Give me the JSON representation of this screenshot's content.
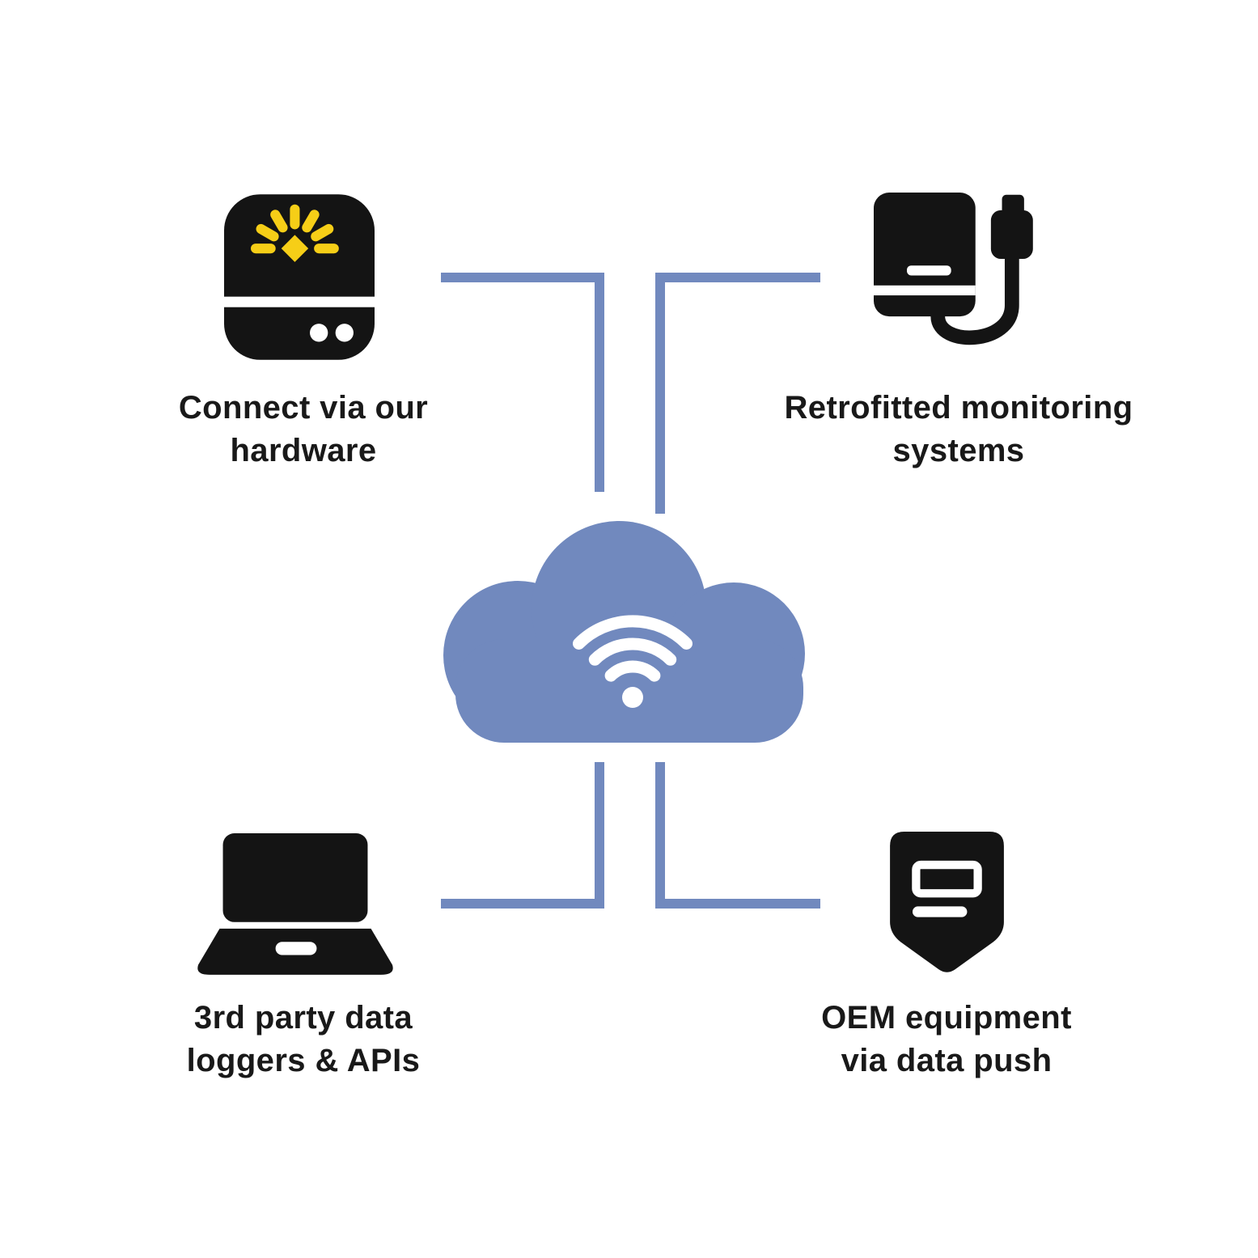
{
  "diagram": {
    "colors": {
      "accent": "#7189BE",
      "icon": "#141414",
      "spark": "#F6CE17",
      "text": "#191919",
      "bg": "#FFFFFF"
    },
    "center": {
      "icon": "cloud-wifi-icon"
    },
    "nodes": [
      {
        "id": "connect-hardware",
        "position": "top-left",
        "icon": "hardware-gateway-icon",
        "label": "Connect via our hardware",
        "label_lines": [
          "Connect via our",
          "hardware"
        ]
      },
      {
        "id": "retrofitted-monitoring",
        "position": "top-right",
        "icon": "retrofit-plug-icon",
        "label": "Retrofitted monitoring systems",
        "label_lines": [
          "Retrofitted monitoring",
          "systems"
        ]
      },
      {
        "id": "third-party-loggers",
        "position": "bottom-left",
        "icon": "laptop-icon",
        "label": "3rd party data loggers & APIs",
        "label_lines": [
          "3rd party data",
          "loggers & APIs"
        ]
      },
      {
        "id": "oem-data-push",
        "position": "bottom-right",
        "icon": "oem-meter-icon",
        "label": "OEM equipment via data push",
        "label_lines": [
          "OEM equipment",
          "via data push"
        ]
      }
    ]
  }
}
